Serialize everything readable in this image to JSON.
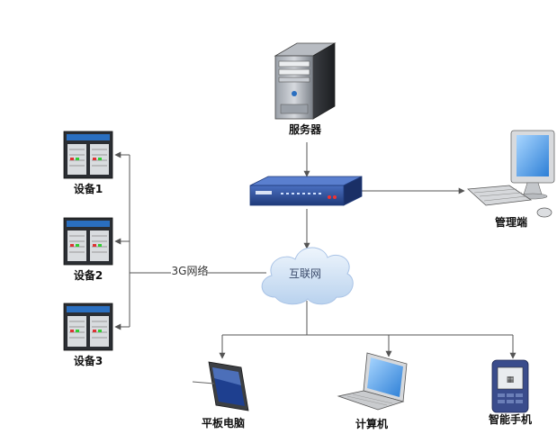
{
  "nodes": {
    "server": {
      "label": "服务器",
      "icon": "server-tower-icon"
    },
    "router": {
      "label": "",
      "icon": "router-icon"
    },
    "admin": {
      "label": "管理端",
      "icon": "desktop-computer-icon"
    },
    "internet": {
      "label": "互联网",
      "icon": "cloud-icon"
    },
    "device1": {
      "label": "设备1",
      "icon": "device-cabinet-icon"
    },
    "device2": {
      "label": "设备2",
      "icon": "device-cabinet-icon"
    },
    "device3": {
      "label": "设备3",
      "icon": "device-cabinet-icon"
    },
    "tablet": {
      "label": "平板电脑",
      "icon": "tablet-icon"
    },
    "laptop": {
      "label": "计算机",
      "icon": "laptop-icon"
    },
    "phone": {
      "label": "智能手机",
      "icon": "smartphone-icon"
    }
  },
  "links": {
    "network_label": "3G网络"
  },
  "colors": {
    "line": "#555555",
    "device_blue": "#2a6fc0",
    "router_blue": "#2f4fa0",
    "cloud": "#c9ddf3"
  }
}
